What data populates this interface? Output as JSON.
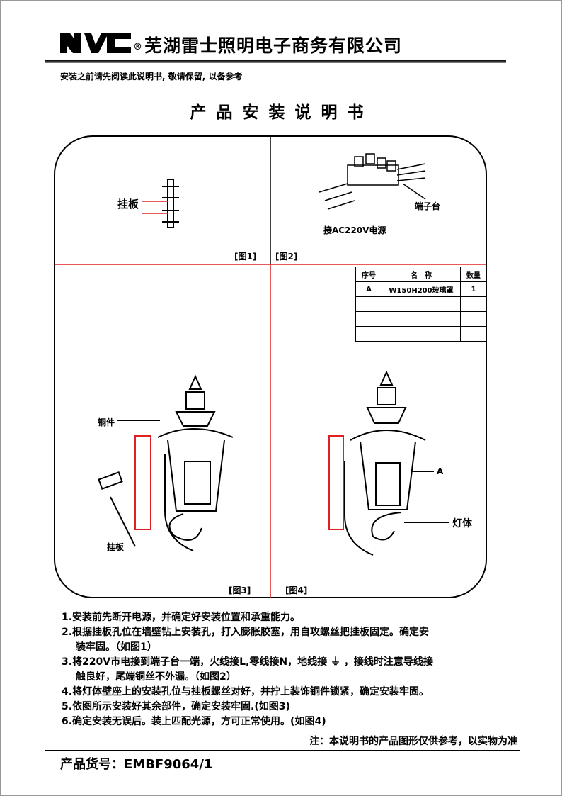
{
  "header": {
    "logo_text": "nvc",
    "registered": "®",
    "company": "芜湖雷士照明电子商务有限公司",
    "notice": "安装之前请先阅读此说明书, 敬请保留, 以备参考"
  },
  "title": "产品安装说明书",
  "fig1": {
    "label_plate": "挂板",
    "caption": "[图1]"
  },
  "fig2": {
    "label_terminal": "端子台",
    "label_power": "接AC220V电源",
    "caption": "[图2]"
  },
  "fig3": {
    "label_copper": "铜件",
    "label_plate": "挂板",
    "caption": "[图3]"
  },
  "fig4": {
    "label_a": "A",
    "label_body": "灯体",
    "caption": "[图4]"
  },
  "parts_table": {
    "headers": [
      "序号",
      "名　称",
      "数量"
    ],
    "rows": [
      [
        "A",
        "W150H200玻璃罩",
        "1"
      ],
      [
        "",
        "",
        ""
      ],
      [
        "",
        "",
        ""
      ],
      [
        "",
        "",
        ""
      ]
    ]
  },
  "instructions": [
    "1.安装前先断开电源，并确定好安装位置和承重能力。",
    "2.根据挂板孔位在墙壁钻上安装孔，打入膨胀胶塞，用自攻螺丝把挂板固定。确定安",
    "装牢固。（如图1）",
    "3.将220V市电接到端子台一端，火线接L,零线接N，地线接 ⏚ ，接线时注意导线接",
    "触良好，尾端铜丝不外漏。（如图2）",
    "4.将灯体壁座上的安装孔位与挂板螺丝对好，并拧上装饰铜件锁紧，确定安装牢固。",
    "5.依图所示安装好其余部件，确定安装牢固.(如图3)",
    "6.确定安装无误后。装上匹配光源，方可正常使用。(如图4)"
  ],
  "note": "注：本说明书的产品图形仅供参考，以实物为准",
  "sku": "产品货号：EMBF9064/1",
  "colors": {
    "red": "#e02020"
  }
}
